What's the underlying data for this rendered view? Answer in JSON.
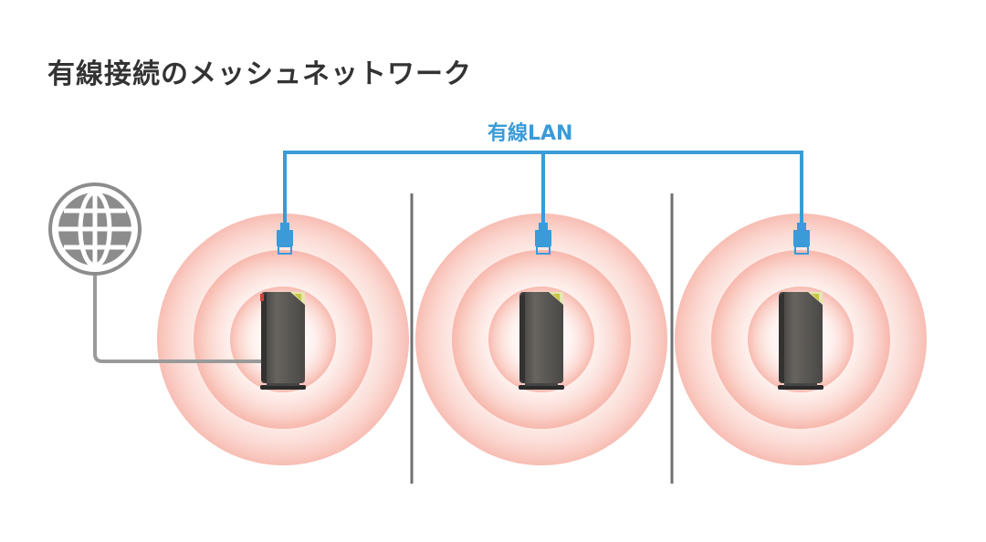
{
  "title": "有線接続のメッシュネットワーク",
  "lan_label": "有線LAN",
  "colors": {
    "lan_cable": "#3a9bd8",
    "internet_cable": "#9a9a9a",
    "wall": "#707070",
    "signal": "#f5a79a",
    "router_body": "#5a5857",
    "globe": "#8c8c8c"
  },
  "icons": {
    "internet": "globe-icon",
    "router": "router-icon",
    "connector": "lan-connector-icon"
  },
  "routers": [
    {
      "name": "router-1"
    },
    {
      "name": "router-2"
    },
    {
      "name": "router-3"
    }
  ]
}
